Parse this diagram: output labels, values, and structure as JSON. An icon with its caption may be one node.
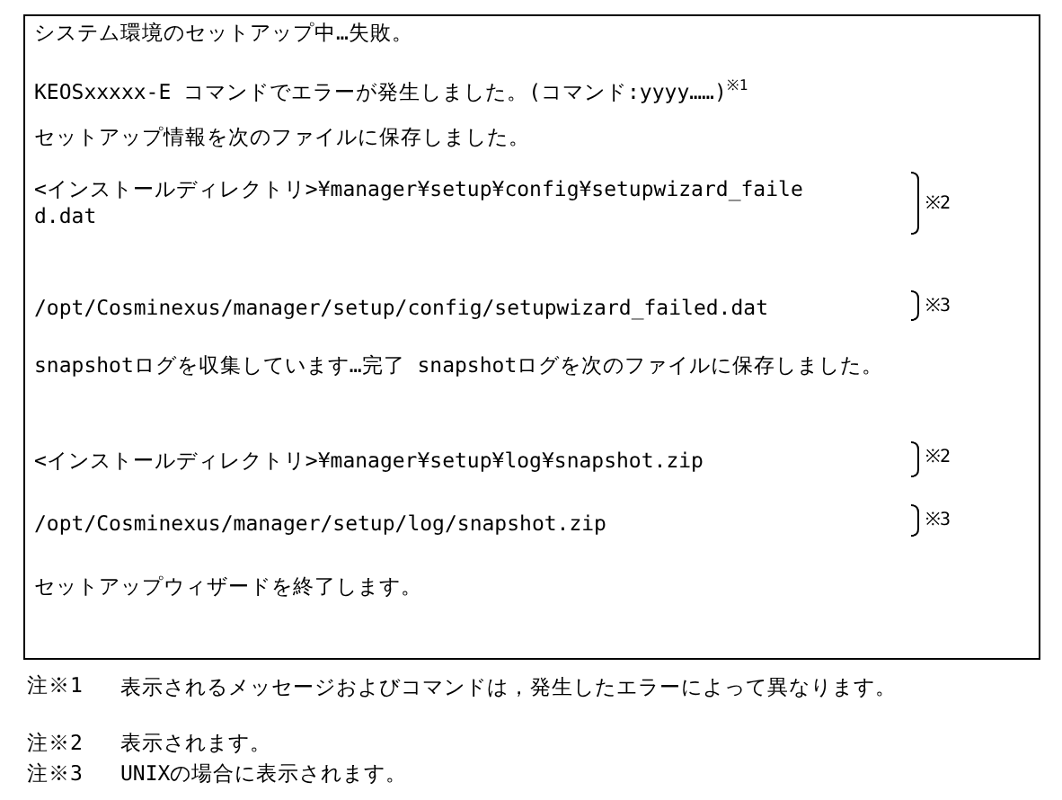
{
  "diagram": {
    "nodes": [
      {
        "text": [
          "システム環境のセットアップ中…失敗。",
          "KEOSxxxxx-E コマンドでエラーが発生しました。(コマンド:yyyy……)$^{※1}$",
          "セットアップ情報を次のファイルに保存しました。",
          "<インストールディレクトリ>¥manager¥setup¥config¥setupwizard_failed.dat",
          "/opt/Cosminexus/manager/setup/config/setupwizard_failed.dat",
          "snapshotログを収集しています…完了 snapshotログを次のファイルに保存しました。",
          "<インストールディレクトリ>¥manager¥setup¥log¥snapshot.zip",
          "/opt/Cosminexus/manager/setup/log/snapshot.zip",
          "セットアップウィザードを終了します。"
        ]
      }
    ],
    "labels": [
      "※2",
      "※3",
      "※2",
      "※3",
      "注※1",
      "表示されるメッセージおよびコマンドは，発生したエラーによって異なります。",
      "注※2",
      "表示されます。",
      "注※3",
      "UNIXの場合に表示されます。"
    ]
  }
}
